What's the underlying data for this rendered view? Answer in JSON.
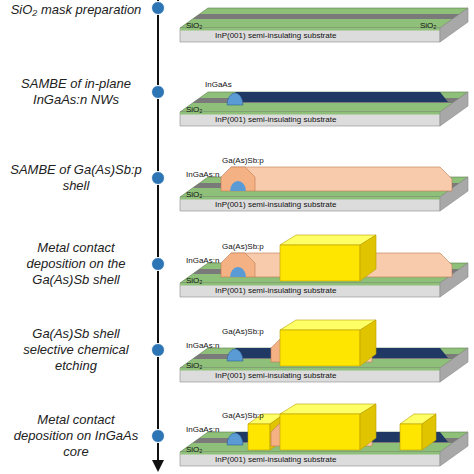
{
  "diagram": {
    "labels": [
      "SiO₂ mask preparation",
      "SAMBE of in-plane InGaAs:n NWs",
      "SAMBE of Ga(As)Sb:p shell",
      "Metal contact deposition on the Ga(As)Sb shell",
      "Ga(As)Sb shell selective chemical etching",
      "Metal contact deposition on InGaAs core",
      "SiO₂",
      "SiO₂",
      "InP(001) semi-insulating substrate",
      "InGaAs",
      "SiO₂",
      "InP(001) semi-insulating substrate",
      "Ga(As)Sb:p",
      "InGaAs:n",
      "SiO₂",
      "InP(001) semi-insulating substrate",
      "Ga(As)Sb:p",
      "InGaAs:n",
      "SiO₂",
      "InP(001) semi-insulating substrate",
      "Ga(As)Sb:p",
      "InGaAs:n",
      "SiO₂",
      "InP(001) semi-insulating substrate",
      "Ga(As)Sb:p",
      "InGaAs:n",
      "SiO₂",
      "InP(001) semi-insulating substrate"
    ]
  }
}
